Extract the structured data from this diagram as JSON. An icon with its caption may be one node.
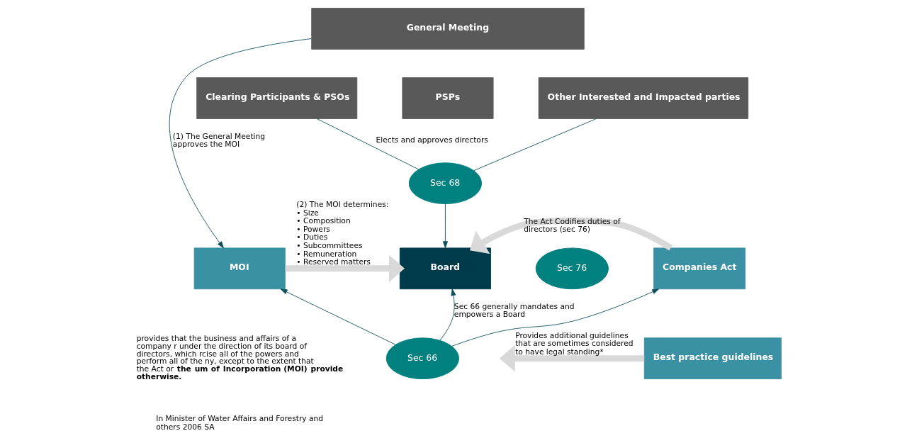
{
  "diagram": {
    "nodes": [
      {
        "text": [
          "General Meeting"
        ]
      },
      {
        "text": [
          "Clearing Participants & PSOs"
        ]
      },
      {
        "text": [
          "PSPs"
        ]
      },
      {
        "text": [
          "Other Interested and Impacted parties"
        ]
      },
      {
        "text": [
          "Sec 68"
        ]
      },
      {
        "text": [
          "Board"
        ]
      },
      {
        "text": [
          "MOI"
        ]
      },
      {
        "text": [
          "Companies Act"
        ]
      },
      {
        "text": [
          "Sec 76"
        ]
      },
      {
        "text": [
          "Sec 66"
        ]
      },
      {
        "text": [
          "Best practice guidelines"
        ]
      }
    ],
    "edges": [
      {
        "from": 0,
        "to": 6,
        "arrow": "to",
        "label": "(1) The General Meeting approves the MOI"
      },
      {
        "from": 1,
        "to": 4,
        "arrow": "none",
        "label": "Elects and approves directors"
      },
      {
        "from": 3,
        "to": 4,
        "arrow": "none"
      },
      {
        "from": 4,
        "to": 5,
        "arrow": "to"
      },
      {
        "from": 6,
        "to": 5,
        "arrow": "to",
        "style": "thick",
        "color": "#d9d9d9",
        "label": "(2) The MOI determines:\n• Size\n• Composition\n• Powers\n• Duties\n• Subcommittees\n• Remuneration\n• Reserved matters"
      },
      {
        "from": 7,
        "to": 5,
        "arrow": "to",
        "style": "thick",
        "color": "#d9d9d9",
        "label": "The Act Codifies duties of directors (sec 76)"
      },
      {
        "from": 9,
        "to": 5,
        "arrow": "to",
        "label": "Sec 66 generally mandates and empowers a Board"
      },
      {
        "from": 9,
        "to": 6,
        "arrow": "to"
      },
      {
        "from": 9,
        "to": 7,
        "arrow": "to"
      },
      {
        "from": 10,
        "to": null,
        "arrow": "to",
        "style": "thick",
        "color": "#d9d9d9",
        "label": "Provides additional guidelines that are sometimes considered to have legal standing*"
      }
    ],
    "labels": [
      "provides that the business and affairs of a company r under the direction of its board of directors, which rcise all of the powers and perform all of the ny, except to the extent that the Act or **the um of Incorporation (MOI) provide otherwise.**",
      "In Minister of Water Affairs and Forestry and others 2006 SA"
    ]
  }
}
